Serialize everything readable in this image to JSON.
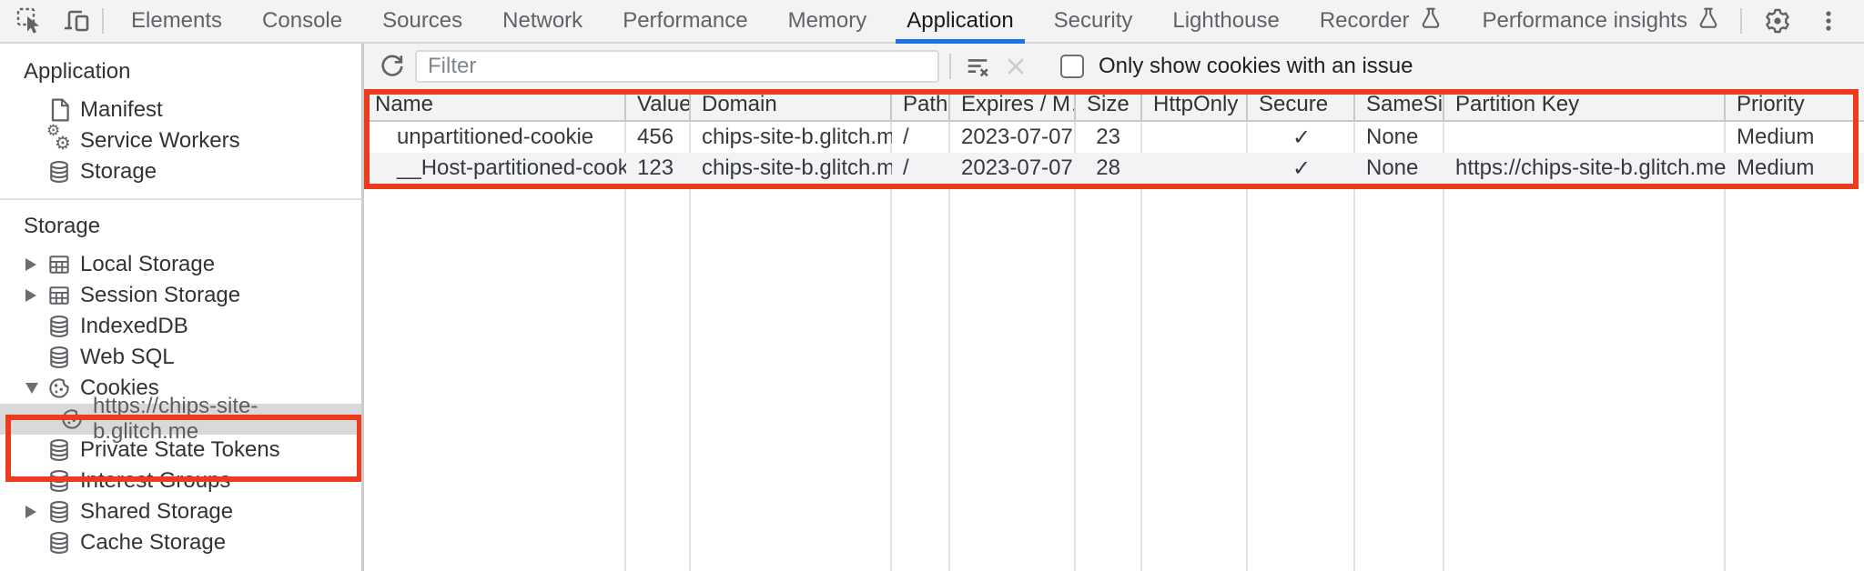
{
  "colors": {
    "accent_blue": "#1a73e8",
    "highlight_red": "#ef3b1d",
    "toolbar_bg": "#f3f3f3",
    "stripe_bg": "#f1f3f4",
    "selected_item_bg": "#d9d9d9",
    "icon_gray": "#5f6368"
  },
  "tabbar": {
    "left_icons": [
      "inspect-icon",
      "device-toolbar-icon"
    ],
    "tabs": [
      {
        "label": "Elements"
      },
      {
        "label": "Console"
      },
      {
        "label": "Sources"
      },
      {
        "label": "Network"
      },
      {
        "label": "Performance"
      },
      {
        "label": "Memory"
      },
      {
        "label": "Application",
        "active": true
      },
      {
        "label": "Security"
      },
      {
        "label": "Lighthouse"
      },
      {
        "label": "Recorder",
        "experiment": true
      },
      {
        "label": "Performance insights",
        "experiment": true
      }
    ],
    "right_icons": [
      "settings-gear-icon",
      "more-options-icon",
      "close-icon"
    ]
  },
  "sidebar": {
    "sections": [
      {
        "title": "Application",
        "items": [
          {
            "label": "Manifest",
            "icon": "document-icon"
          },
          {
            "label": "Service Workers",
            "icon": "service-workers-icon"
          },
          {
            "label": "Storage",
            "icon": "database-icon"
          }
        ]
      },
      {
        "title": "Storage",
        "items": [
          {
            "label": "Local Storage",
            "icon": "table-icon",
            "expander": "collapsed"
          },
          {
            "label": "Session Storage",
            "icon": "table-icon",
            "expander": "collapsed"
          },
          {
            "label": "IndexedDB",
            "icon": "database-icon"
          },
          {
            "label": "Web SQL",
            "icon": "database-icon"
          },
          {
            "label": "Cookies",
            "icon": "cookie-icon",
            "expander": "expanded"
          },
          {
            "label": "https://chips-site-b.glitch.me",
            "icon": "cookie-icon",
            "child": true,
            "selected": true
          },
          {
            "label": "Private State Tokens",
            "icon": "database-icon"
          },
          {
            "label": "Interest Groups",
            "icon": "database-icon"
          },
          {
            "label": "Shared Storage",
            "icon": "database-icon",
            "expander": "collapsed"
          },
          {
            "label": "Cache Storage",
            "icon": "database-icon"
          }
        ]
      }
    ]
  },
  "toolbar": {
    "refresh_icon": "refresh-icon",
    "filter_placeholder": "Filter",
    "filter_value": "",
    "clear_filter_icon": "clear-filter-icon",
    "delete_icon": "delete-icon",
    "checkbox_label": "Only show cookies with an issue",
    "checkbox_checked": false
  },
  "cookies_table": {
    "columns": [
      "Name",
      "Value",
      "Domain",
      "Path",
      "Expires / M…",
      "Size",
      "HttpOnly",
      "Secure",
      "SameSite",
      "Partition Key",
      "Priority"
    ],
    "rows": [
      {
        "name": "unpartitioned-cookie",
        "value": "456",
        "domain": "chips-site-b.glitch.me",
        "path": "/",
        "expires": "2023-07-07…",
        "size": "23",
        "http_only": "",
        "secure": "✓",
        "same_site": "None",
        "partition_key": "",
        "priority": "Medium"
      },
      {
        "name": "__Host-partitioned-cookie",
        "value": "123",
        "domain": "chips-site-b.glitch.me",
        "path": "/",
        "expires": "2023-07-07…",
        "size": "28",
        "http_only": "",
        "secure": "✓",
        "same_site": "None",
        "partition_key": "https://chips-site-b.glitch.me",
        "priority": "Medium"
      }
    ]
  }
}
